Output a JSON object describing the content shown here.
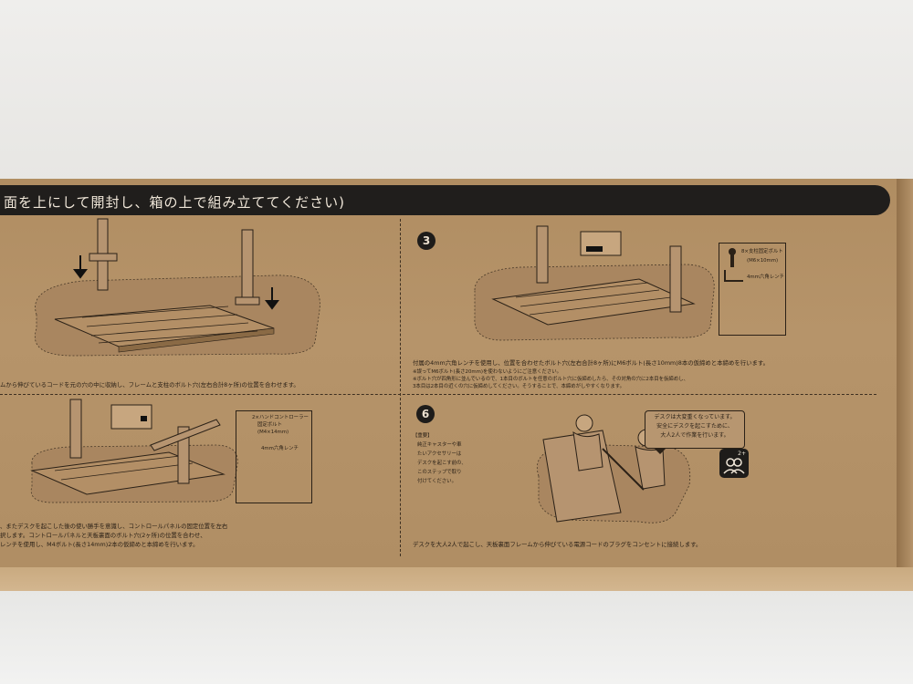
{
  "banner": {
    "text": "面を上にして開封し、箱の上で組み立ててください)"
  },
  "step3": {
    "number": "3",
    "label_bolt": "8×支柱固定ボルト",
    "label_bolt_size": "(M6×10mm)",
    "label_wrench": "4mm六角レンチ",
    "line1": "付属の4mm六角レンチを使用し、位置を合わせたボルト穴(左右合計8ヶ所)にM6ボルト(長さ10mm)8本の仮締めと本締めを行います。",
    "line2": "※誤ってM6ボルト(長さ20mm)を使わないようにご注意ください。",
    "line3": "※ボルト穴が四角形に並んでいるので、1本目のボルトを任意のボルト穴に仮締めしたら、その対角の穴に2本目を仮締めし、",
    "line4": "3本目は2本目の近くの穴に仮締めしてください。そうすることで、本締めがしやすくなります。"
  },
  "step2_caption": "ムから伸びているコードを元の穴の中に収納し、フレームと支柱のボルト穴(左右合計8ヶ所)の位置を合わせます。",
  "step5": {
    "label_bracket": "2×ハンドコントローラー",
    "label_bracket2": "固定ボルト",
    "label_bracket_size": "(M4×14mm)",
    "label_wrench": "4mm六角レンチ",
    "line1": "、またデスクを起こした後の使い勝手を意識し、コントロールパネルの固定位置を左右",
    "line2": "択します。コントロールパネルと天板裏面のボルト穴(2ヶ所)の位置を合わせ、",
    "line3": "レンチを使用し、M4ボルト(長さ14mm)2本の仮締めと本締めを行います。"
  },
  "step6": {
    "number": "6",
    "important": "【重要】",
    "note1": "純正キャスターや車",
    "note2": "たいアクセサリーは",
    "note3": "デスクを起こす前の、",
    "note4": "このステップで取り",
    "note5": "付けてください。",
    "bubble1": "デスクは大変重くなっています。",
    "bubble2": "安全にデスクを起こすために、",
    "bubble3": "大人2人で作業を行います。",
    "people_badge": "2+",
    "caption": "デスクを大人2人で起こし、天板裏面フレームから伸びている電源コードのプラグをコンセントに接続します。"
  }
}
